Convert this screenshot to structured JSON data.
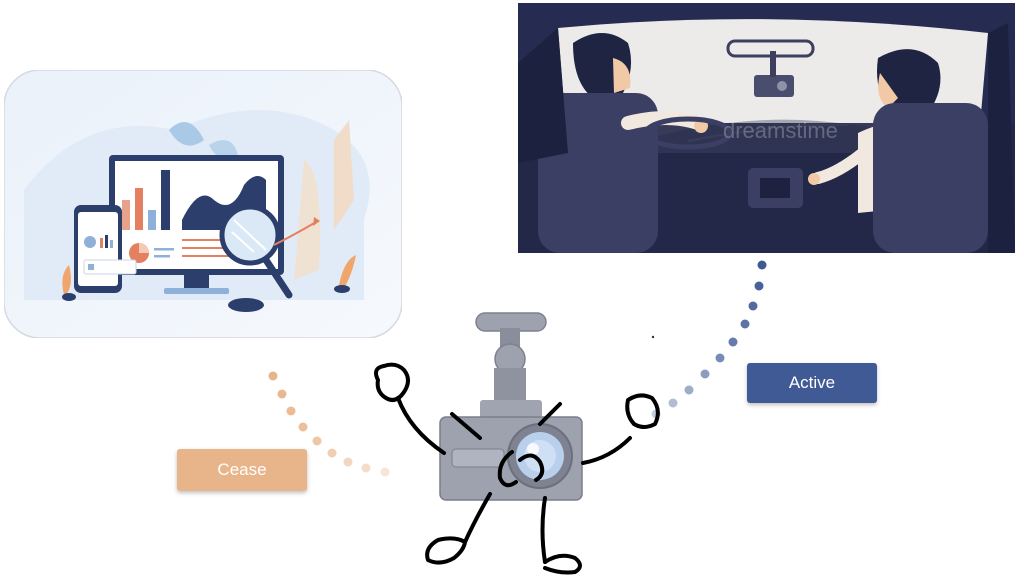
{
  "labels": {
    "active": "Active",
    "cease": "Cease"
  },
  "watermark": "dreamstime",
  "icons": {
    "analytics": "analytics-dashboard-illustration",
    "car": "car-interior-dashcam-illustration",
    "camera": "dashcam-character"
  },
  "colors": {
    "active": "#3f5a94",
    "cease": "#e8b48a",
    "car_bg": "#2b3158",
    "camera_body": "#9a9eab"
  }
}
